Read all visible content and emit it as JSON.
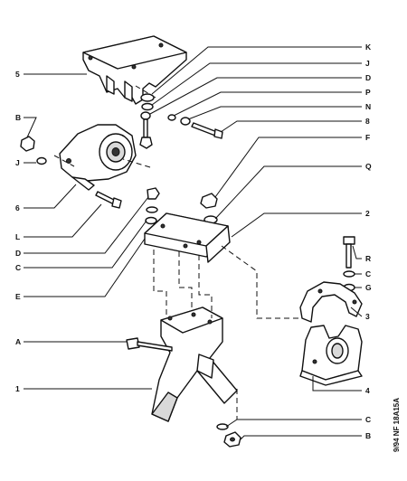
{
  "labels": {
    "K": "K",
    "J_top": "J",
    "D_top": "D",
    "P": "P",
    "N": "N",
    "n8": "8",
    "F": "F",
    "Q": "Q",
    "n2": "2",
    "R": "R",
    "C_right": "C",
    "G": "G",
    "n3": "3",
    "n4": "4",
    "C_bottom": "C",
    "B_bottom": "B",
    "n5": "5",
    "B_left": "B",
    "J_left": "J",
    "n6": "6",
    "L": "L",
    "D_left": "D",
    "C_left": "C",
    "E": "E",
    "A": "A",
    "n1": "1"
  },
  "reference_code": "9/94  NF  18A15A"
}
